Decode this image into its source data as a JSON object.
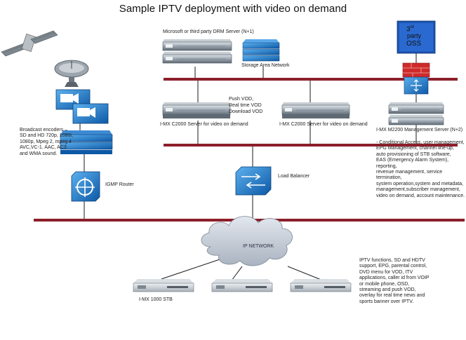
{
  "title": "Sample IPTV deployment with video on demand",
  "labels": {
    "drm": "Microsoft or third party DRM Server (N+1)",
    "san": "Storage Area Network",
    "vod_push": "Push VOD,",
    "vod_realtime": "Real time VOD",
    "vod_download": "Download VOD",
    "c2000_left": "I-MX C2000 Server for video on demand",
    "c2000_right": "I-MX C2000 Server for video on demand",
    "m2200": "I-MX M2200 Management Server (N+2)",
    "igmp": "IGMP Router",
    "load_balancer": "Load Balancer",
    "ip_network": "IP NETWORK",
    "stb": "I-MX 1000 STB",
    "oss_sup": "rd",
    "oss_3": "3",
    "oss_line2": "party",
    "oss_line3": "OSS"
  },
  "blocks": {
    "encoders": "Broadcast encoders –\nSD and HD 720p, 1080i,\n1080p, Mpeg 2, mpeg 4\nAVC,VC-1.  AAC, AC3\nand WMA sound.",
    "management": "- Conditional Access, user management,\nEPG Management, channel line-up,\nauto provisioning of STB software,\nEAS (Emergency Alarm System), reporting,\nrevenue management, service termination,\nsystem operation,system and metadata,\nmanagement,subscriber management,\nvideo on demand, account maintenance.",
    "iptv": "IPTV functions, SD and HDTV\nsupport, EPG, parental control,\nDVD menu for VOD, ITV\napplications, caller id from VOIP\nor mobile phone, OSD,\nstreaming and push VOD,\noverlay for real time news and\nsports banner over IPTV."
  },
  "colors": {
    "bus": "#8c1f2a",
    "link": "#1a1a1a",
    "device_blue": "#1a73c9",
    "server_gray": "#8e9aa5",
    "cloud": "#c5ccd6",
    "firewall_red": "#cf2a2a",
    "oss_blue": "#1e56b5"
  }
}
